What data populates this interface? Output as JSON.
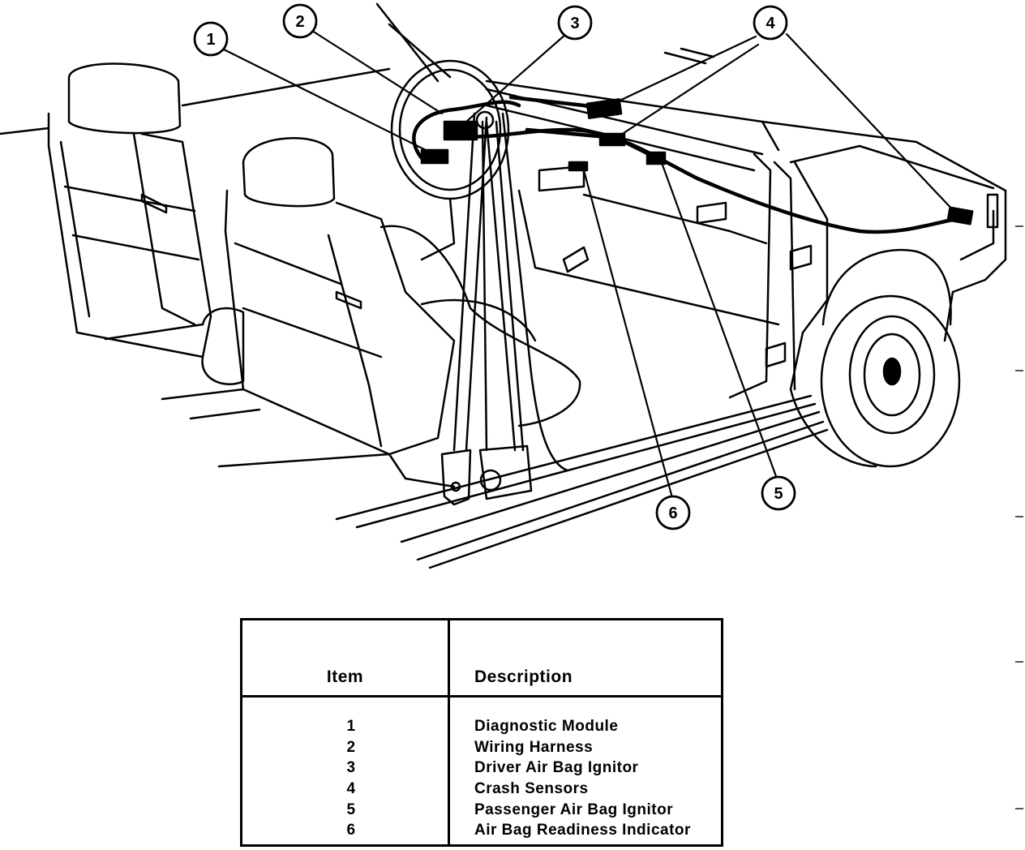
{
  "diagram": {
    "callouts": [
      {
        "id": "1",
        "label": "1"
      },
      {
        "id": "2",
        "label": "2"
      },
      {
        "id": "3",
        "label": "3"
      },
      {
        "id": "4",
        "label": "4"
      },
      {
        "id": "5",
        "label": "5"
      },
      {
        "id": "6",
        "label": "6"
      }
    ]
  },
  "legend": {
    "header_item": "Item",
    "header_description": "Description",
    "rows": [
      {
        "item": "1",
        "description": "Diagnostic Module"
      },
      {
        "item": "2",
        "description": "Wiring Harness"
      },
      {
        "item": "3",
        "description": "Driver Air Bag Ignitor"
      },
      {
        "item": "4",
        "description": "Crash Sensors"
      },
      {
        "item": "5",
        "description": "Passenger Air Bag Ignitor"
      },
      {
        "item": "6",
        "description": "Air Bag Readiness Indicator"
      }
    ]
  }
}
